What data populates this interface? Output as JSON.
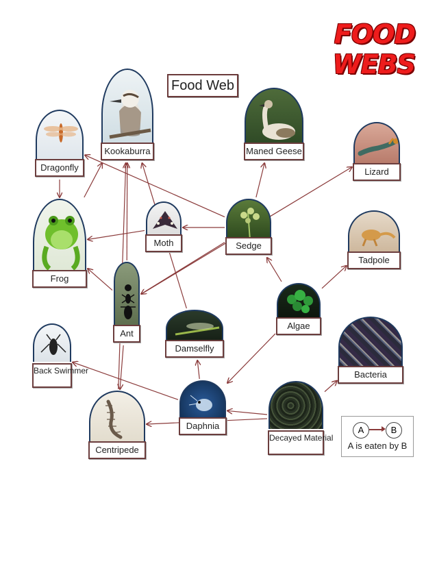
{
  "page_title": "FOOD WEBS",
  "diagram_title": "Food Web",
  "nodes": {
    "dragonfly": "Dragonfly",
    "kookaburra": "Kookaburra",
    "maned_geese": "Maned Geese",
    "lizard": "Lizard",
    "frog": "Frog",
    "moth": "Moth",
    "sedge": "Sedge",
    "tadpole": "Tadpole",
    "ant": "Ant",
    "algae": "Algae",
    "damselfly": "Damselfly",
    "back_swimmer": "Back Swimmer",
    "bacteria": "Bacteria",
    "daphnia": "Daphnia",
    "centripede": "Centripede",
    "decayed_material": "Decayed Material"
  },
  "legend": {
    "a": "A",
    "b": "B",
    "caption": "A is eaten by B"
  },
  "edges": [
    [
      "dragonfly",
      "frog"
    ],
    [
      "frog",
      "kookaburra"
    ],
    [
      "sedge",
      "dragonfly"
    ],
    [
      "sedge",
      "maned_geese"
    ],
    [
      "sedge",
      "moth"
    ],
    [
      "sedge",
      "ant"
    ],
    [
      "moth",
      "frog"
    ],
    [
      "ant",
      "frog"
    ],
    [
      "ant",
      "kookaburra"
    ],
    [
      "ant",
      "lizard"
    ],
    [
      "ant",
      "centripede"
    ],
    [
      "algae",
      "sedge"
    ],
    [
      "algae",
      "tadpole"
    ],
    [
      "algae",
      "daphnia"
    ],
    [
      "centripede",
      "kookaburra"
    ],
    [
      "damselfly",
      "kookaburra"
    ],
    [
      "daphnia",
      "damselfly"
    ],
    [
      "daphnia",
      "back_swimmer"
    ],
    [
      "decayed_material",
      "daphnia"
    ],
    [
      "decayed_material",
      "centripede"
    ],
    [
      "decayed_material",
      "bacteria"
    ]
  ],
  "colors": {
    "title_red": "#ee1c1c",
    "arrow": "#8a3a3a",
    "frame_blue": "#1f3a5f",
    "label_border": "#6b3d3d"
  }
}
